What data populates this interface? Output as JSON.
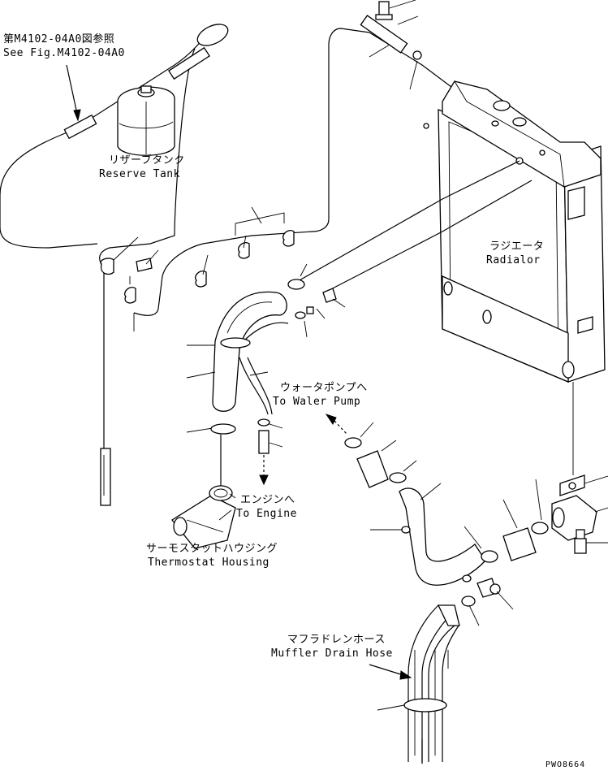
{
  "labels": {
    "see_fig_jp": "第M4102-04A0図参照",
    "see_fig_en": "See Fig.M4102-04A0",
    "reserve_tank_jp": "リザーブタンク",
    "reserve_tank_en": "Reserve Tank",
    "radiator_jp": "ラジエータ",
    "radiator_en": "Radialor",
    "water_pump_jp": "ウォータポンプへ",
    "water_pump_en": "To Waler Pump",
    "engine_jp": "エンジンへ",
    "engine_en": "To Engine",
    "thermostat_jp": "サーモスタットハウジング",
    "thermostat_en": "Thermostat Housing",
    "muffler_jp": "マフラドレンホース",
    "muffler_en": "Muffler Drain Hose"
  },
  "drawing_code": "PWO8664"
}
